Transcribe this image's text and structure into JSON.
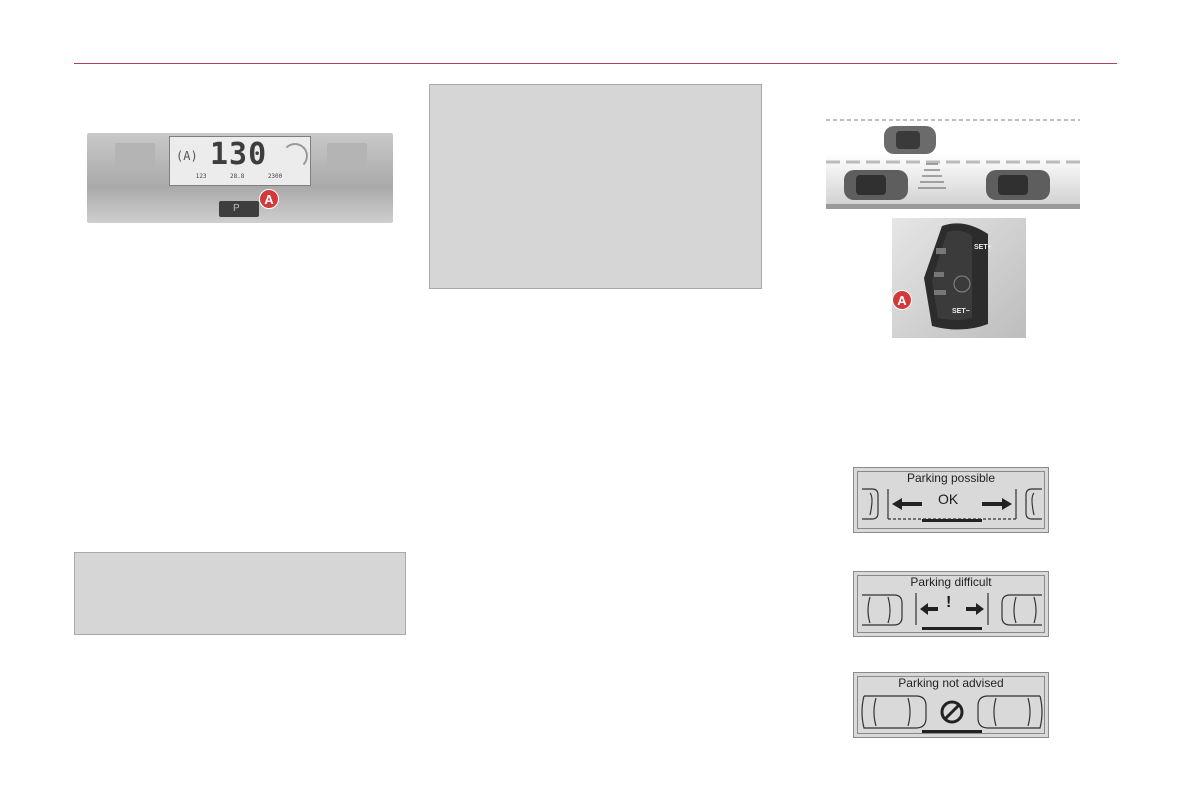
{
  "dashboard": {
    "speed": "130",
    "readouts": [
      "123",
      "28.8",
      "2300"
    ],
    "callout": "A"
  },
  "steering_control": {
    "callout": "A",
    "labels": [
      "SET+",
      "SET−"
    ]
  },
  "parking_signs": [
    {
      "title": "Parking possible",
      "center": "OK"
    },
    {
      "title": "Parking difficult",
      "center": "!"
    },
    {
      "title": "Parking not advised",
      "center": ""
    }
  ],
  "colors": {
    "rule": "#b0405a",
    "note_box": "#d6d6d6",
    "callout": "#d23a3a"
  }
}
